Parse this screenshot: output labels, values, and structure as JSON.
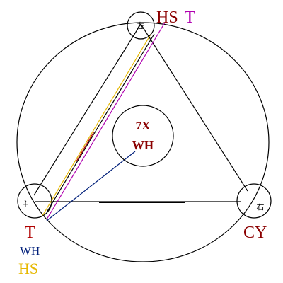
{
  "nodes": {
    "top": {
      "char": "左"
    },
    "left": {
      "char": "主"
    },
    "right": {
      "char": "右"
    },
    "center": {
      "line1": "7X",
      "line2": "WH"
    }
  },
  "labels": {
    "top_hs": "HS",
    "top_t": "T",
    "left_t": "T",
    "left_wh": "WH",
    "left_hs": "HS",
    "right_cy": "CY"
  },
  "colors": {
    "outline": "#000000",
    "dark_red": "#8b0000",
    "red": "#b00000",
    "magenta": "#b000b0",
    "navy": "#001f7a",
    "gold": "#e6b800"
  }
}
